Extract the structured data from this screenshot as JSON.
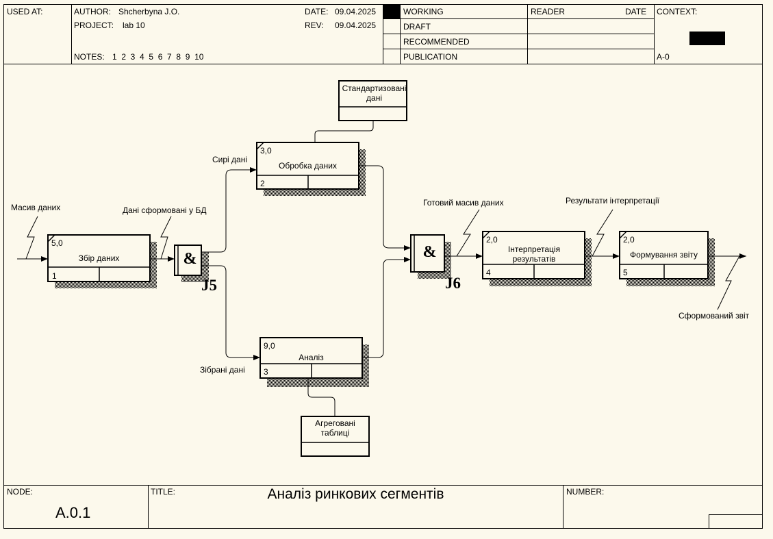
{
  "header": {
    "used_at_label": "USED AT:",
    "author_label": "AUTHOR:",
    "author": "Shcherbyna J.O.",
    "project_label": "PROJECT:",
    "project": "lab 10",
    "notes_label": "NOTES:",
    "notes": "1  2  3  4  5  6  7  8  9  10",
    "date_label": "DATE:",
    "date": "09.04.2025",
    "rev_label": "REV:",
    "rev": "09.04.2025",
    "status": [
      "WORKING",
      "DRAFT",
      "RECOMMENDED",
      "PUBLICATION"
    ],
    "reader_label": "READER",
    "reader_date_label": "DATE",
    "context_label": "CONTEXT:",
    "context_node": "A-0"
  },
  "diagram": {
    "boxes": [
      {
        "id": "1",
        "cost": "5,0",
        "label": "Збір даних"
      },
      {
        "id": "2",
        "cost": "3,0",
        "label": "Обробка даних"
      },
      {
        "id": "3",
        "cost": "9,0",
        "label": "Аналіз"
      },
      {
        "id": "4",
        "cost": "2,0",
        "label": "Інтерпретація результатів"
      },
      {
        "id": "5",
        "cost": "2,0",
        "label": "Формування звіту"
      }
    ],
    "stores": [
      {
        "label": "Стандартизовані дані"
      },
      {
        "label": "Агреговані таблиці"
      }
    ],
    "junctions": [
      {
        "symbol": "&",
        "label": "J5"
      },
      {
        "symbol": "&",
        "label": "J6"
      }
    ],
    "arrows": {
      "input": "Масив даних",
      "db_data": "Дані сформовані у БД",
      "raw": "Сирі дані",
      "collected": "Зібрані дані",
      "ready": "Готовий масив даних",
      "results": "Результати інтерпретації",
      "report": "Сформований звіт"
    }
  },
  "footer": {
    "node_label": "NODE:",
    "node": "A.0.1",
    "title_label": "TITLE:",
    "title": "Аналіз ринкових сегментів",
    "number_label": "NUMBER:"
  }
}
